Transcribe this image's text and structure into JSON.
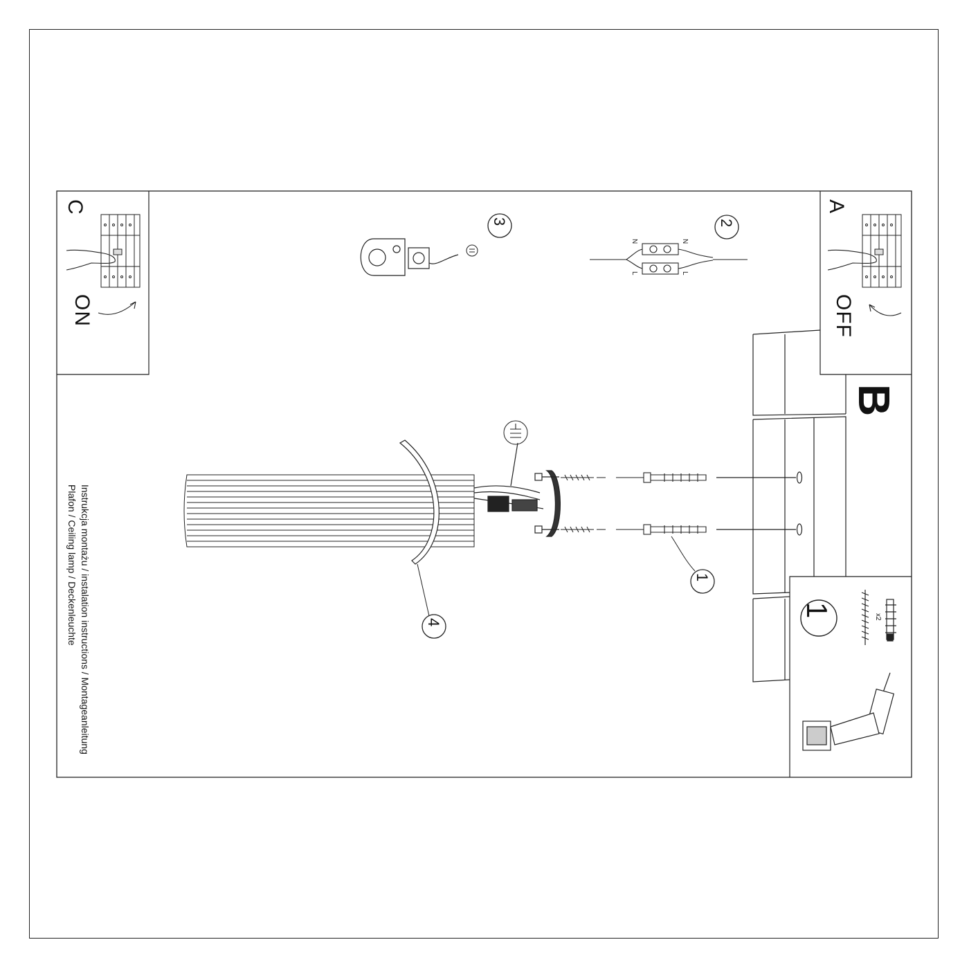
{
  "instructions": {
    "caption_line1": "Instrukcja montażu / instalation instructions / Montageanleitung",
    "caption_line2": "Plafon / Ceiling lamp / Deckenleuchte"
  },
  "panels": {
    "a": {
      "letter": "A",
      "state": "OFF"
    },
    "b": {
      "letter": "B"
    },
    "c": {
      "letter": "C",
      "state": "ON"
    }
  },
  "steps": {
    "step1": "1",
    "step2": "2",
    "step3": "3",
    "step4": "4",
    "kit_step": "1"
  },
  "kit": {
    "quantity": "x2"
  },
  "terminal": {
    "n_left": "N",
    "n_right": "N",
    "l_left": "L",
    "l_right": "L"
  }
}
